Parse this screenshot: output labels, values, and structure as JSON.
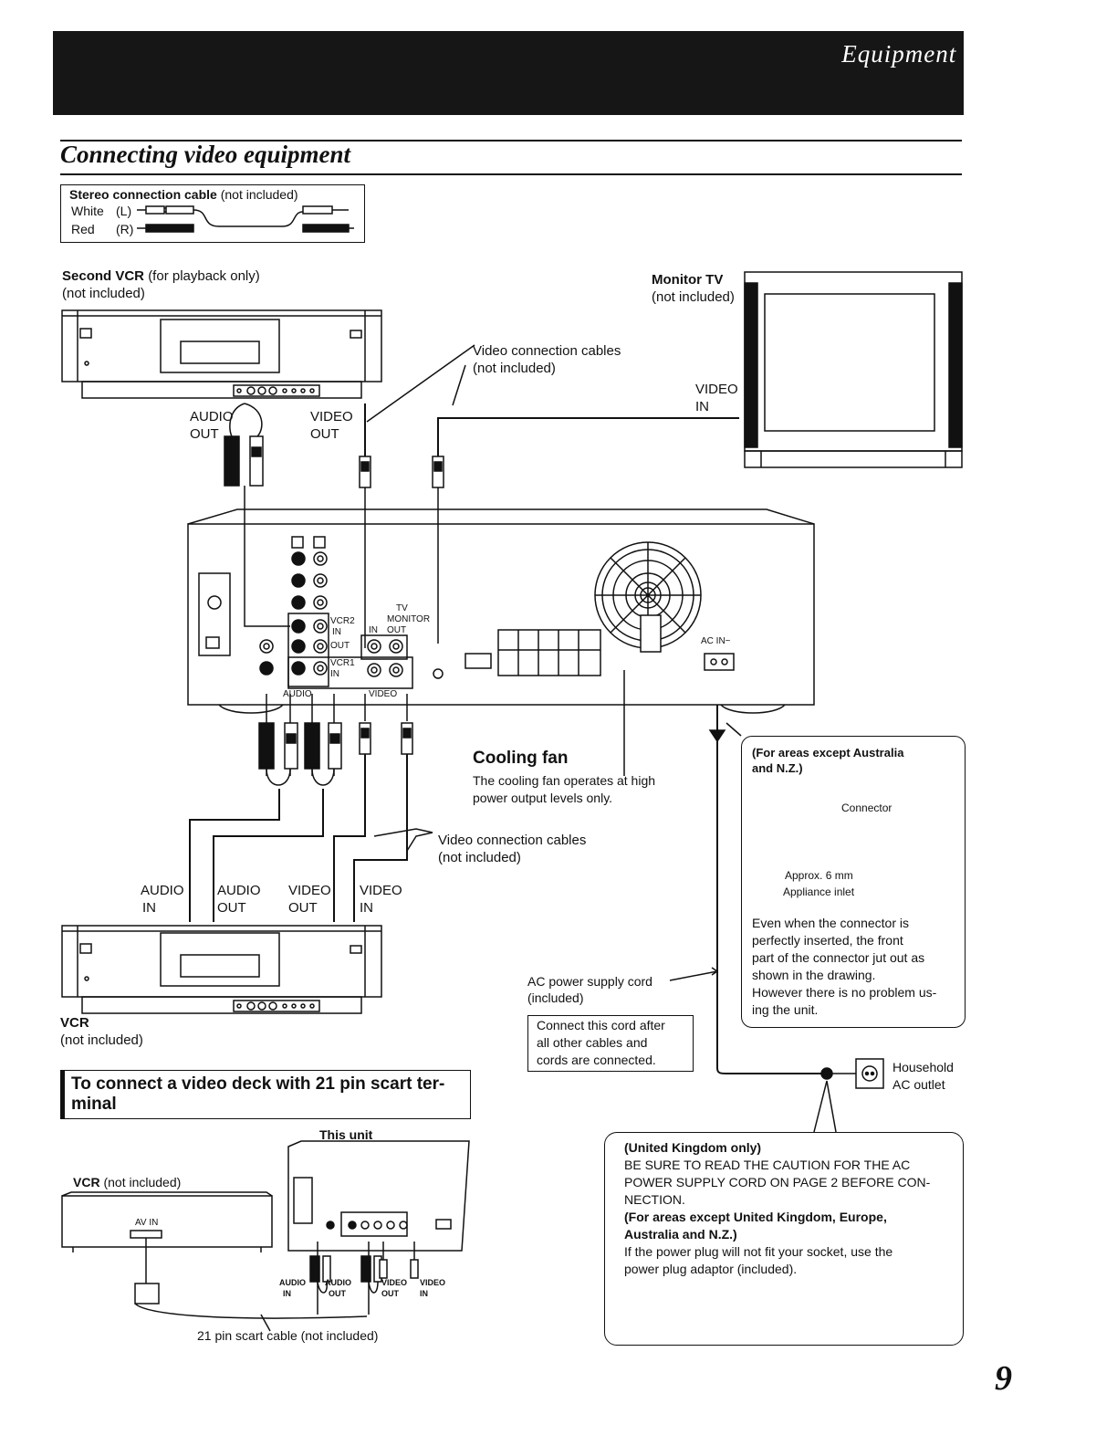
{
  "header": {
    "title": "Equipment connections"
  },
  "section": {
    "title": "Connecting video equipment"
  },
  "cable_legend": {
    "title": "Stereo connection cable",
    "title_note": "(not included)",
    "white_label": "White",
    "white_channel": "(L)",
    "red_label": "Red",
    "red_channel": "(R)"
  },
  "second_vcr": {
    "title": "Second VCR",
    "note": "(for playback only)",
    "included": "(not included)"
  },
  "monitor_tv": {
    "title": "Monitor TV",
    "included": "(not included)",
    "video_in_1": "VIDEO",
    "video_in_2": "IN"
  },
  "video_cables_top": {
    "line1": "Video connection cables",
    "line2": "(not included)"
  },
  "second_vcr_jacks": {
    "audio_out_1": "AUDIO",
    "audio_out_2": "OUT",
    "video_out_1": "VIDEO",
    "video_out_2": "OUT"
  },
  "receiver_panel": {
    "vcr2_in": "VCR2",
    "vcr2_in_sub": "IN",
    "out": "OUT",
    "vcr1_in": "VCR1",
    "vcr1_in_sub": "IN",
    "tv_monitor_1": "TV",
    "tv_monitor_2": "MONITOR",
    "in": "IN",
    "out2": "OUT",
    "audio": "AUDIO",
    "video": "VIDEO",
    "ac_in": "AC IN~"
  },
  "cooling_fan": {
    "title": "Cooling fan",
    "desc_1": "The cooling fan operates at high",
    "desc_2": "power output levels only."
  },
  "video_cables_bottom": {
    "line1": "Video connection cables",
    "line2": "(not included)"
  },
  "vcr_jacks": {
    "audio_in_1": "AUDIO",
    "audio_in_2": "IN",
    "audio_out_1": "AUDIO",
    "audio_out_2": "OUT",
    "video_out_1": "VIDEO",
    "video_out_2": "OUT",
    "video_in_1": "VIDEO",
    "video_in_2": "IN"
  },
  "vcr": {
    "title": "VCR",
    "included": "(not included)"
  },
  "areas_box": {
    "title_1": "(For areas except Australia",
    "title_2": "and N.Z.)",
    "connector": "Connector",
    "approx": "Approx. 6 mm",
    "appliance_inlet": "Appliance inlet",
    "note": [
      "Even when the connector is",
      "perfectly inserted, the front",
      "part of the connector jut out as",
      "shown in the drawing.",
      "However there is no problem us-",
      "ing the unit."
    ]
  },
  "ac_cord": {
    "line1": "AC power supply cord",
    "line2": "(included)"
  },
  "cord_note": [
    "Connect this cord after",
    "all other cables and",
    "cords are connected."
  ],
  "household": {
    "line1": "Household",
    "line2": "AC outlet"
  },
  "scart": {
    "title_1": "To connect a video deck with 21 pin scart ter-",
    "title_2": "minal",
    "this_unit": "This unit",
    "vcr": "VCR",
    "vcr_note": "(not included)",
    "av_in": "AV IN",
    "audio_in_1": "AUDIO",
    "audio_in_2": "IN",
    "audio_out_1": "AUDIO",
    "audio_out_2": "OUT",
    "video_out_1": "VIDEO",
    "video_out_2": "OUT",
    "video_in_1": "VIDEO",
    "video_in_2": "IN",
    "cable": "21 pin scart cable (not included)"
  },
  "uk_box": {
    "title": "(United Kingdom only)",
    "caution": [
      "BE SURE TO READ THE CAUTION FOR THE AC",
      "POWER SUPPLY CORD ON PAGE 2 BEFORE CON-",
      "NECTION."
    ],
    "areas_1": "(For areas except United Kingdom, Europe,",
    "areas_2": "Australia and N.Z.)",
    "adaptor": [
      "If the power plug will not fit your socket, use the",
      "power plug adaptor (included)."
    ]
  },
  "page_number": "9"
}
